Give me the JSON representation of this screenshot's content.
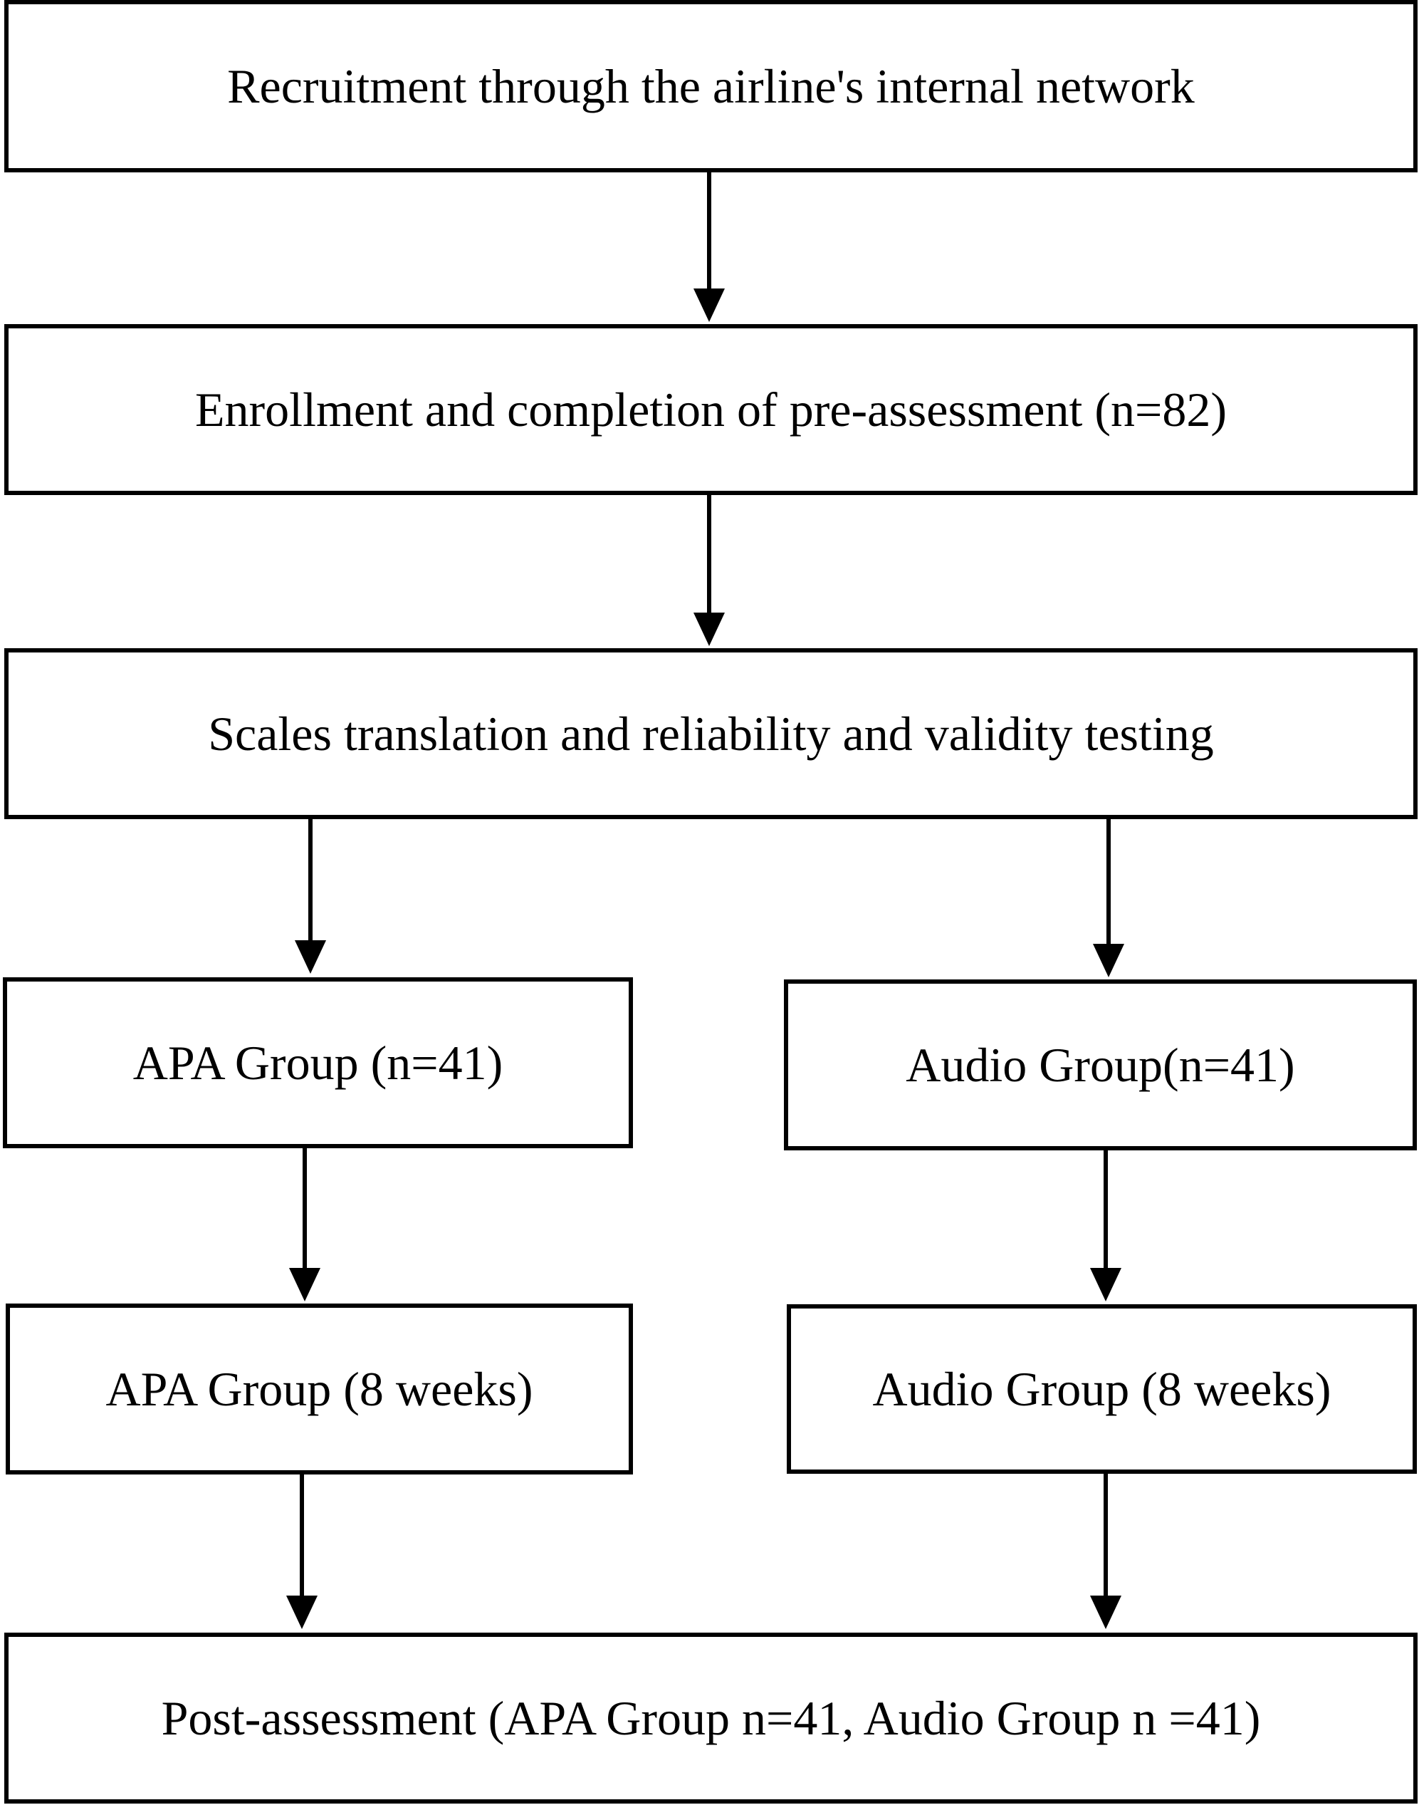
{
  "flowchart": {
    "recruitment": "Recruitment through the airline's internal network",
    "enrollment": "Enrollment and completion of pre-assessment (n=82)",
    "scales": "Scales translation and reliability and validity testing",
    "apa_group": "APA Group (n=41)",
    "audio_group": "Audio Group(n=41)",
    "apa_group_weeks": "APA Group (8 weeks)",
    "audio_group_weeks": "Audio Group (8 weeks)",
    "post_assessment": "Post-assessment (APA Group n=41, Audio Group n =41)"
  },
  "colors": {
    "stroke": "#000000",
    "background": "#ffffff"
  }
}
